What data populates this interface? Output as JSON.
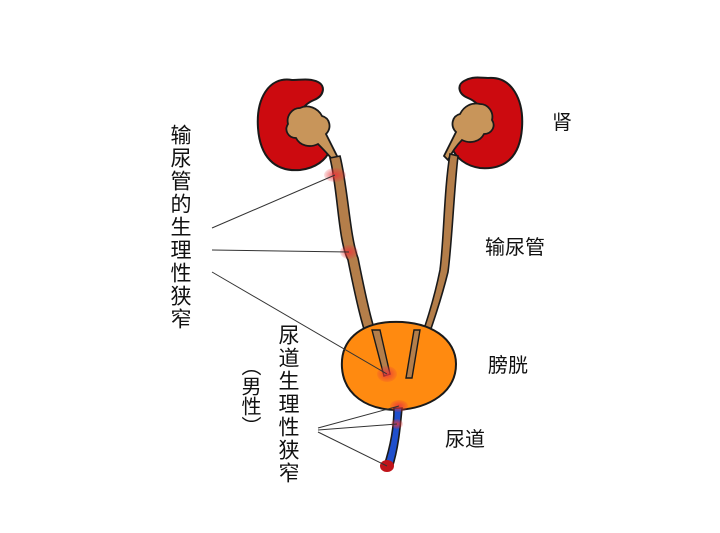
{
  "labels": {
    "kidney": "肾",
    "ureter": "输尿管",
    "bladder": "膀胱",
    "urethra": "尿道",
    "ureter_narrowings": "输尿管的生理性狭窄",
    "urethra_narrowings": "尿道生理性狭窄",
    "male_note": "（男性）"
  },
  "colors": {
    "kidney": "#cc0a0f",
    "renal_pelvis": "#c8955a",
    "ureter": "#b47e4a",
    "bladder": "#ff8a10",
    "urethra": "#1f4fcc",
    "narrowing_marker": "#e8373a",
    "outline": "#1a1a1a",
    "leader_line": "#333333"
  }
}
